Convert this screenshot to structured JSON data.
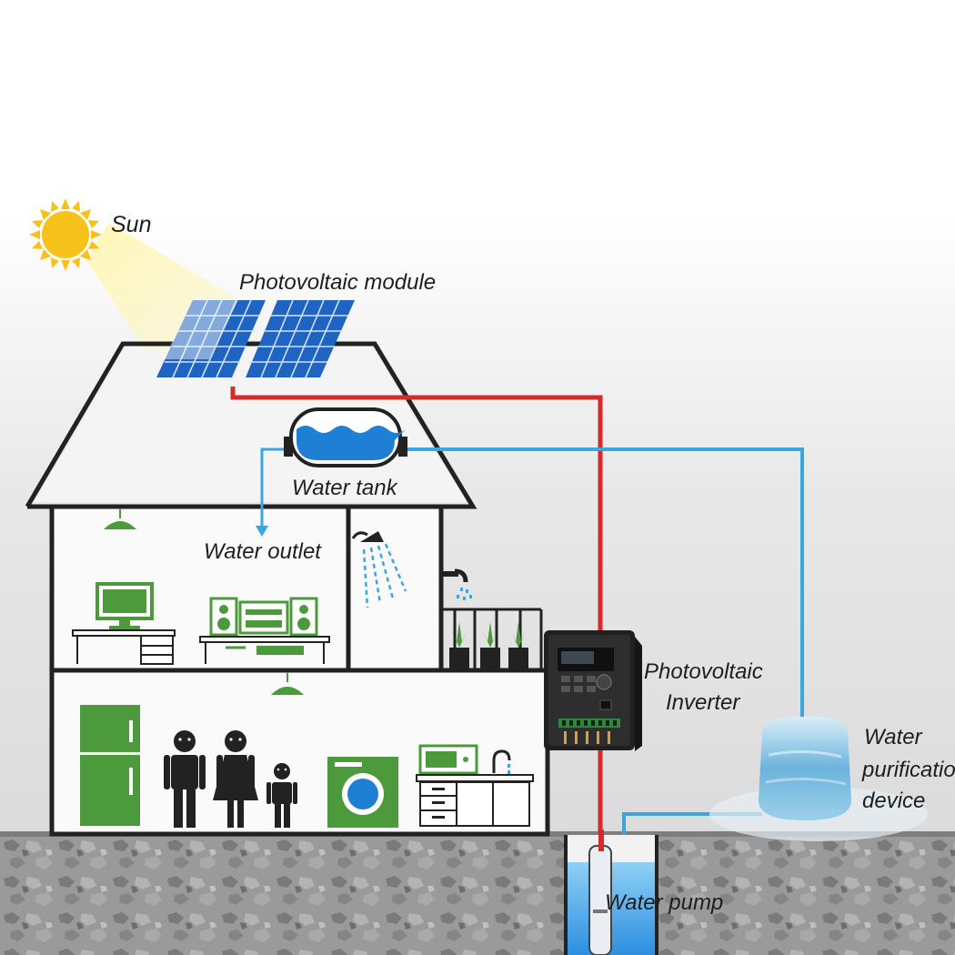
{
  "labels": {
    "sun": "Sun",
    "pv_module": "Photovoltaic module",
    "water_tank": "Water tank",
    "water_outlet": "Water outlet",
    "inverter_line1": "Photovoltaic",
    "inverter_line2": "Inverter",
    "purifier_line1": "Water",
    "purifier_line2": "purificatio",
    "purifier_line3": "device",
    "water_pump": "Water pump"
  },
  "colors": {
    "house_outline": "#222222",
    "power_cable": "#d42a2a",
    "water_pipe": "#3aa6dd",
    "appliance_green": "#4d9a3c",
    "panel_blue": "#1f64c2",
    "sun": "#f6c21a",
    "ground": "#8d8d8d",
    "water": "#2c8fe0"
  },
  "icons": [
    "sun-icon",
    "solar-panel-icon",
    "water-tank-icon",
    "ceiling-lamp-icon",
    "monitor-icon",
    "stereo-icon",
    "shower-icon",
    "faucet-icon",
    "potted-plant-icon",
    "refrigerator-icon",
    "family-icon",
    "washing-machine-icon",
    "kitchen-icon",
    "inverter-icon",
    "purifier-icon",
    "pump-icon"
  ]
}
